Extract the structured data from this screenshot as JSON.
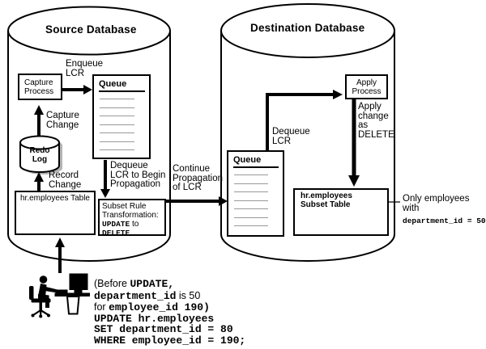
{
  "source_db": {
    "title": "Source Database",
    "capture_process_label": "Capture\nProcess",
    "queue_title": "Queue",
    "redo_log_label": "Redo\nLog",
    "hr_table_label": "hr.employees Table",
    "subset_rule": {
      "line1": "Subset Rule",
      "line2": "Transformation:",
      "code_update": "UPDATE",
      "mid": " to",
      "code_delete": "DELETE"
    },
    "labels": {
      "enqueue": "Enqueue\nLCR",
      "capture_change": "Capture\nChange",
      "record_change": "Record\nChange",
      "dequeue_begin": "Dequeue\nLCR to Begin\nPropagation"
    }
  },
  "between": {
    "continue_propagation": "Continue\nPropagation\nof LCR"
  },
  "destination_db": {
    "title": "Destination Database",
    "apply_process_label": "Apply\nProcess",
    "queue_title": "Queue",
    "subset_table_label": "hr.employees\nSubset Table",
    "labels": {
      "dequeue": "Dequeue\nLCR",
      "apply_change": "Apply\nchange\nas\nDELETE"
    }
  },
  "annotations": {
    "only_employees": "Only employees\nwith",
    "dept_filter_code": "department_id = 50",
    "sql": {
      "l1a": "(Before ",
      "l1b": "UPDATE,",
      "l2a": "department_id",
      "l2b": " is 50",
      "l3a": "for ",
      "l3b": "employee_id 190)",
      "l4": "UPDATE hr.employees",
      "l5": "SET department_id = 80",
      "l6": "WHERE employee_id = 190;"
    }
  },
  "colors": {
    "ink": "#000000",
    "queue_line_gray": "#999999",
    "shadow_gray": "#b3b3b3"
  }
}
